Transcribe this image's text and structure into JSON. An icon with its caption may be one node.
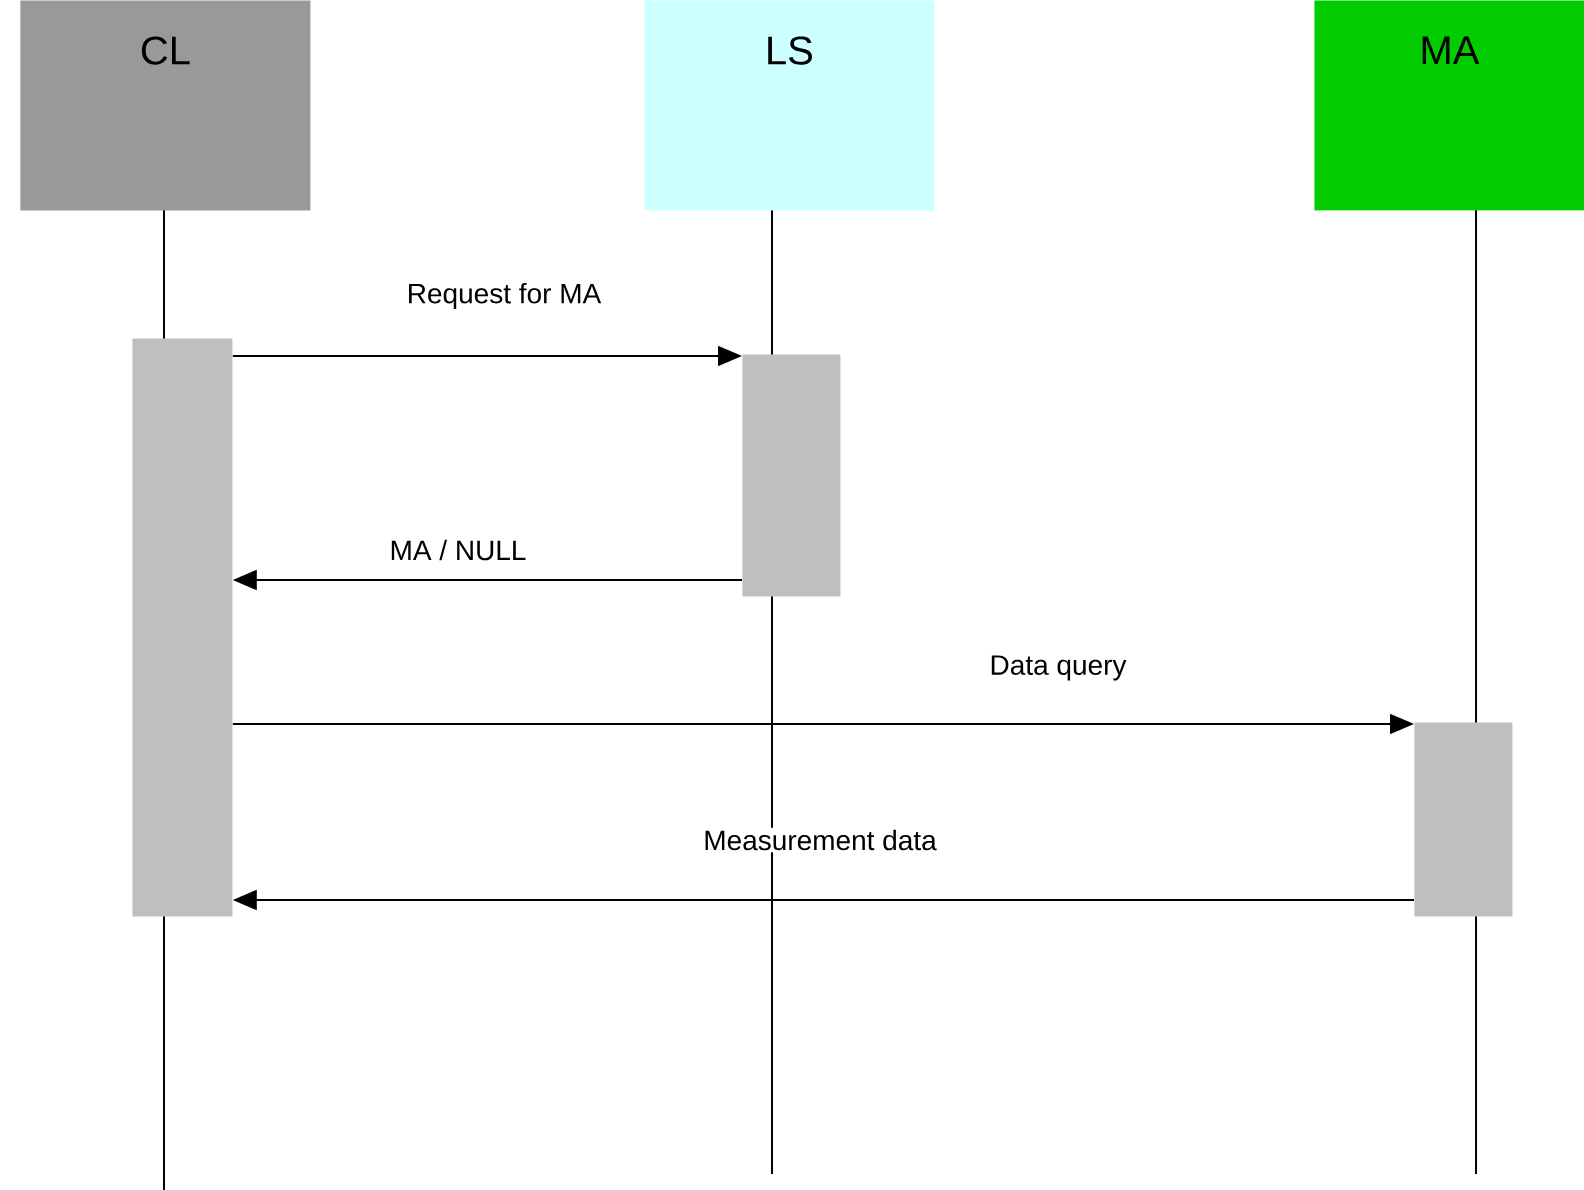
{
  "diagram": {
    "nodes": [
      {
        "text": [
          "CL"
        ]
      },
      {
        "text": [
          "LS"
        ]
      },
      {
        "text": [
          "MA"
        ]
      },
      {
        "text": [],
        "shape": "bar"
      },
      {
        "text": [],
        "shape": "bar"
      },
      {
        "text": [],
        "shape": "bar"
      }
    ],
    "edges": [
      {
        "from": 3,
        "to": 4,
        "arrow": "to",
        "label": "Request for MA"
      },
      {
        "from": 4,
        "to": 3,
        "arrow": "to",
        "label": "MA / NULL"
      },
      {
        "from": 3,
        "to": 5,
        "arrow": "to",
        "label": "Data query"
      },
      {
        "from": 5,
        "to": 3,
        "arrow": "to",
        "label": "Measurement data"
      }
    ]
  }
}
